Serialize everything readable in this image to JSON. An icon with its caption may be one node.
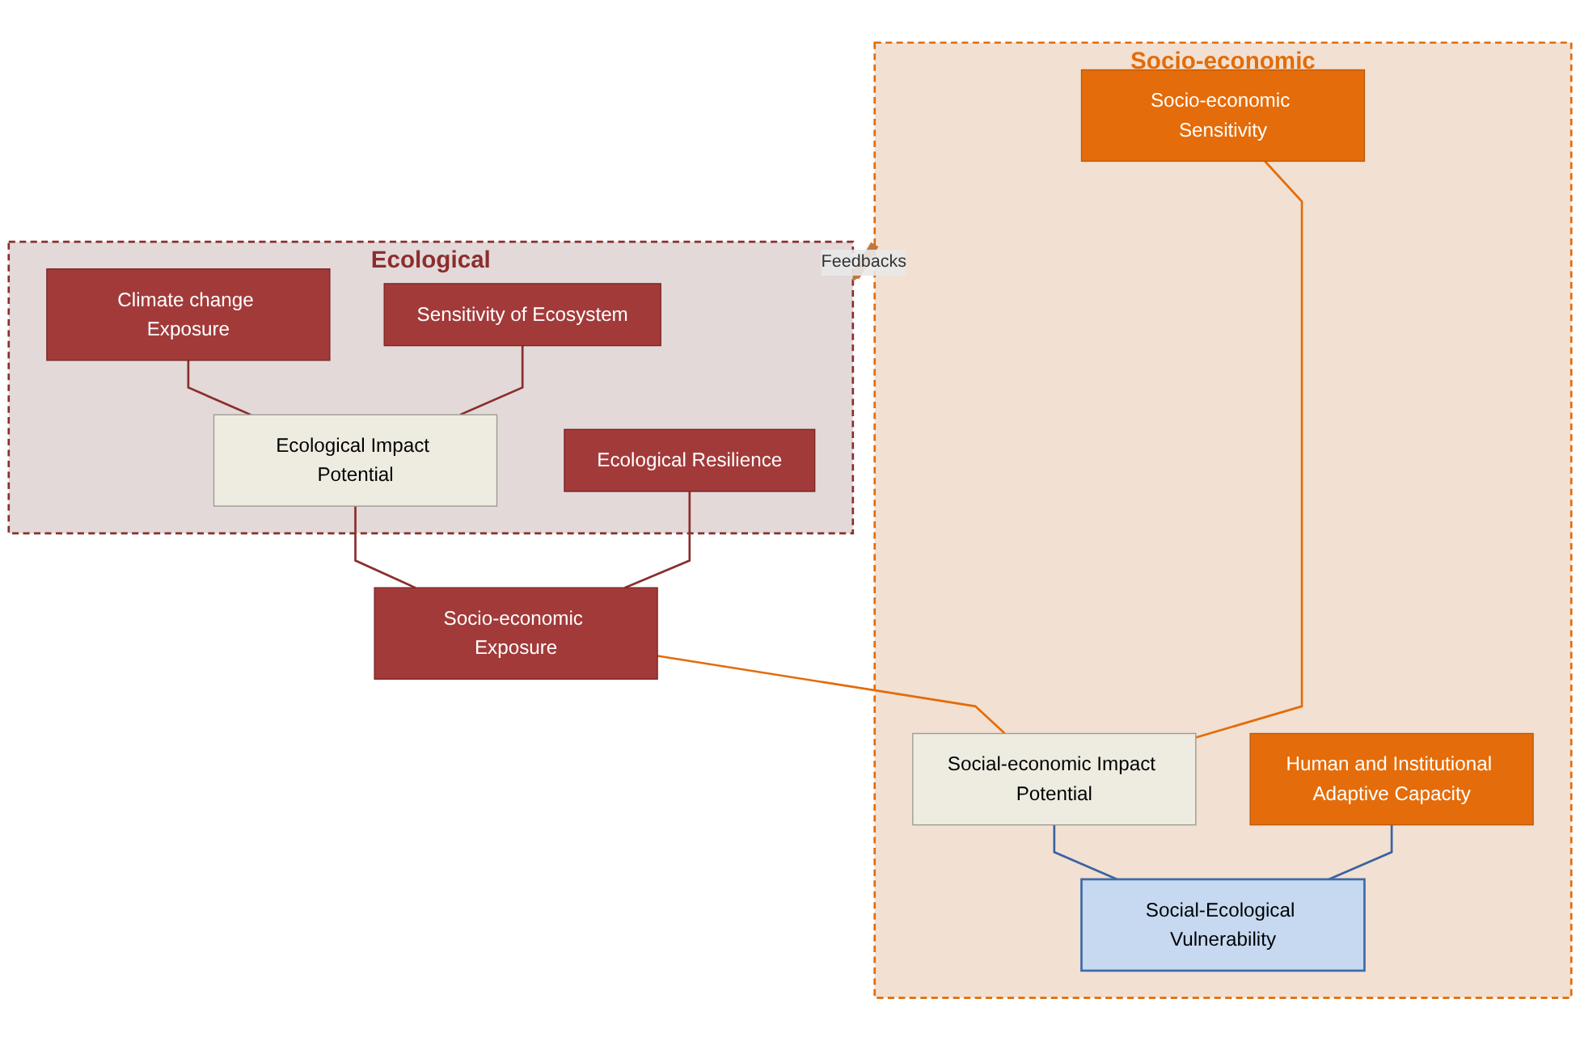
{
  "diagram": {
    "nodes": [
      {
        "text": [
          "Ecological"
        ]
      },
      {
        "text": [
          "Climate change Exposure"
        ],
        "in": 0
      },
      {
        "text": [
          "Sensitivity of Ecosystem"
        ],
        "in": 0
      },
      {
        "text": [
          "Ecological Impact Potential"
        ],
        "in": 0
      },
      {
        "text": [
          "Ecological Resilience"
        ],
        "in": 0
      },
      {
        "text": [
          "Socio-economic"
        ]
      },
      {
        "text": [
          "Socio-economic Exposure"
        ]
      },
      {
        "text": [
          "Socio-economic Sensitivity"
        ],
        "in": 5
      },
      {
        "text": [
          "Social-economic Impact Potential"
        ],
        "in": 5
      },
      {
        "text": [
          "Human and Institutional Adaptive Capacity"
        ],
        "in": 5
      },
      {
        "text": [
          "Social-Ecological Vulnerability"
        ],
        "in": 5
      }
    ],
    "edges": [
      {
        "from": 1,
        "to": 3,
        "arrow": "none"
      },
      {
        "from": 2,
        "to": 3,
        "arrow": "none"
      },
      {
        "from": 3,
        "to": 6,
        "arrow": "none"
      },
      {
        "from": 4,
        "to": 6,
        "arrow": "none"
      },
      {
        "from": 6,
        "to": 8,
        "arrow": "none",
        "color": "#e36c09"
      },
      {
        "from": 7,
        "to": 8,
        "arrow": "none",
        "color": "#e36c09"
      },
      {
        "from": 8,
        "to": 10,
        "arrow": "none",
        "color": "#3b63a0"
      },
      {
        "from": 9,
        "to": 10,
        "arrow": "none",
        "color": "#3b63a0"
      },
      {
        "from": 5,
        "to": 0,
        "arrow": "to",
        "label": "Feedbacks",
        "style": "thick",
        "color": "#c0773f"
      }
    ]
  }
}
